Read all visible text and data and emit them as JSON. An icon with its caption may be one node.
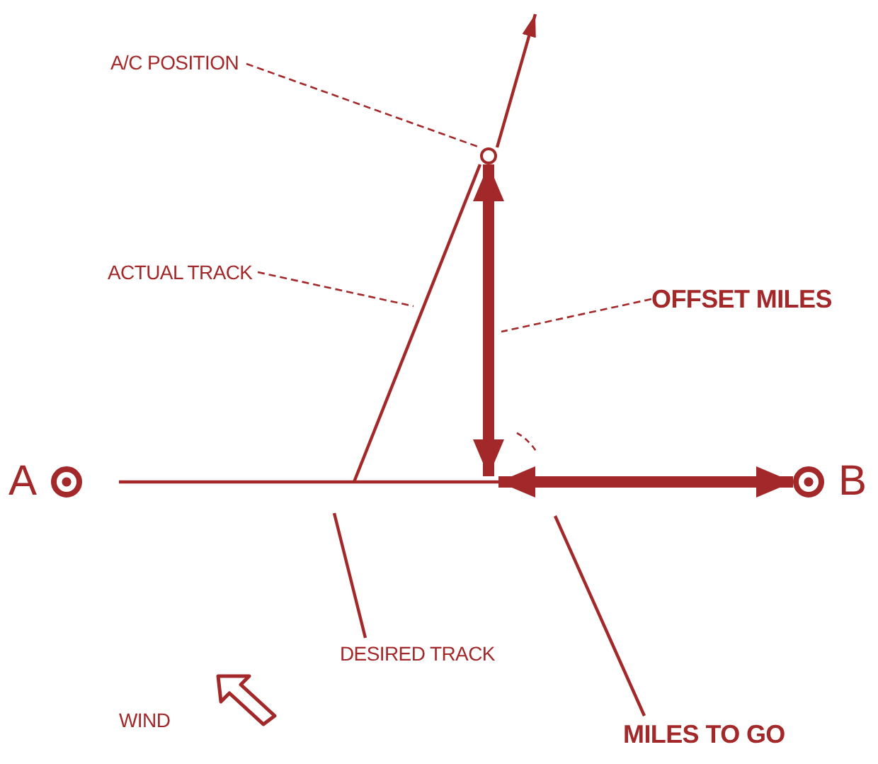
{
  "diagram": {
    "nodes": [
      {
        "text": [
          "A"
        ]
      },
      {
        "text": [
          "B"
        ]
      },
      {
        "text": [],
        "shape": "circle"
      },
      {
        "text": [
          "A/C POSITION"
        ]
      },
      {
        "text": [
          "ACTUAL TRACK"
        ]
      },
      {
        "text": [
          "OFFSET MILES"
        ]
      },
      {
        "text": [
          "DESIRED TRACK"
        ]
      },
      {
        "text": [
          "MILES TO GO"
        ]
      }
    ],
    "edges": [
      {
        "from": 0,
        "to": 1,
        "arrow": "none"
      },
      {
        "from": null,
        "to": 2,
        "arrow": "none"
      },
      {
        "from": 2,
        "to": null,
        "arrow": "to"
      },
      {
        "from": 2,
        "to": null,
        "arrow": "both",
        "style": "thick"
      },
      {
        "from": null,
        "to": 1,
        "arrow": "both",
        "style": "thick"
      },
      {
        "from": 3,
        "to": 2,
        "arrow": "none",
        "style": "dashed"
      },
      {
        "from": 4,
        "to": null,
        "arrow": "none",
        "style": "dashed"
      },
      {
        "from": 5,
        "to": null,
        "arrow": "none",
        "style": "dashed"
      },
      {
        "from": 6,
        "to": null,
        "arrow": "none"
      },
      {
        "from": 7,
        "to": null,
        "arrow": "none"
      }
    ],
    "labels": [
      "WIND"
    ]
  }
}
